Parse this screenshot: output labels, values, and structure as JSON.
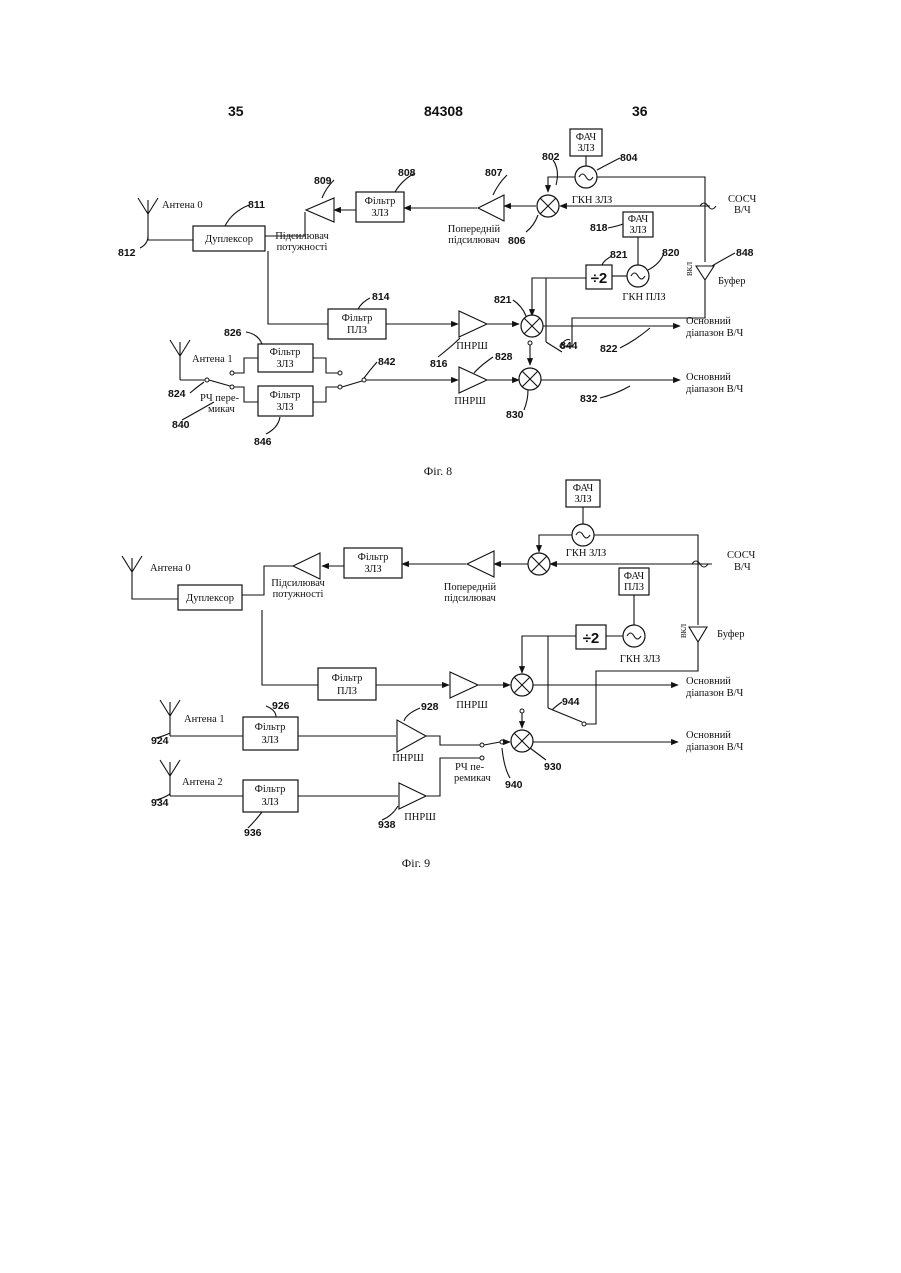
{
  "header": {
    "left": "35",
    "center": "84308",
    "right": "36"
  },
  "fig8": {
    "caption": "Фіг. 8",
    "antenna0": "Антена 0",
    "duplexer": "Дуплексор",
    "pa": [
      "Підсилювач",
      "потужності"
    ],
    "filter_tx": [
      "Фільтр",
      "ЗЛЗ"
    ],
    "preamp": [
      "Попередній",
      "підсилювач"
    ],
    "pll_tx": [
      "ФАЧ",
      "ЗЛЗ"
    ],
    "vco_tx": "ГКН ЗЛЗ",
    "sosch": [
      "СОСЧ",
      "В/Ч"
    ],
    "pll_rx": [
      "ФАЧ",
      "ЗЛЗ"
    ],
    "div2": "÷2",
    "vco_rx": "ГКН ПЛЗ",
    "buffer": "Буфер",
    "buffer_tag": "ВКЛ",
    "filter_rx": [
      "Фільтр",
      "ПЛЗ"
    ],
    "lna": "ПНРШ",
    "out1": [
      "Основний",
      "діапазон В/Ч"
    ],
    "antenna1": "Антена 1",
    "filter_a": [
      "Фільтр",
      "ЗЛЗ"
    ],
    "filter_b": [
      "Фільтр",
      "ЗЛЗ"
    ],
    "rf_switch": [
      "РЧ пере-",
      "микач"
    ],
    "lna2": "ПНРШ",
    "out2": [
      "Основний",
      "діапазон В/Ч"
    ],
    "refs": {
      "r802": "802",
      "r804": "804",
      "r807": "807",
      "r808": "808",
      "r809": "809",
      "r811": "811",
      "r812": "812",
      "r806": "806",
      "r818": "818",
      "r821a": "821",
      "r820": "820",
      "r848": "848",
      "r814": "814",
      "r821b": "821",
      "r826": "826",
      "r844": "844",
      "r816": "816",
      "r822": "822",
      "r828": "828",
      "r842": "842",
      "r824": "824",
      "r840": "840",
      "r830": "830",
      "r832": "832",
      "r846": "846"
    }
  },
  "fig9": {
    "caption": "Фіг. 9",
    "pll_tx": [
      "ФАЧ",
      "ЗЛЗ"
    ],
    "vco_tx": "ГКН ЗЛЗ",
    "antenna0": "Антена 0",
    "filter_tx": [
      "Фільтр",
      "ЗЛЗ"
    ],
    "sosch": [
      "СОСЧ",
      "В/Ч"
    ],
    "duplexer": "Дуплексор",
    "pa": [
      "Підсилювач",
      "потужності"
    ],
    "preamp": [
      "Попередній",
      "підсилювач"
    ],
    "pll_rx": [
      "ФАЧ",
      "ПЛЗ"
    ],
    "buffer": "Буфер",
    "buffer_tag": "ВКЛ",
    "div2": "÷2",
    "vco_rx": "ГКН ЗЛЗ",
    "filter_rx": [
      "Фільтр",
      "ПЛЗ"
    ],
    "lna": "ПНРШ",
    "out1": [
      "Основний",
      "діапазон В/Ч"
    ],
    "antenna1": "Антена 1",
    "filter_a": [
      "Фільтр",
      "ЗЛЗ"
    ],
    "lna_a": "ПНРШ",
    "rf_switch": [
      "РЧ пе-",
      "ремикач"
    ],
    "out2": [
      "Основний",
      "діапазон В/Ч"
    ],
    "antenna2": "Антена 2",
    "filter_b": [
      "Фільтр",
      "ЗЛЗ"
    ],
    "lna_b": "ПНРШ",
    "refs": {
      "r926": "926",
      "r928": "928",
      "r944": "944",
      "r924": "924",
      "r940": "940",
      "r930": "930",
      "r934": "934",
      "r938": "938",
      "r936": "936"
    }
  }
}
